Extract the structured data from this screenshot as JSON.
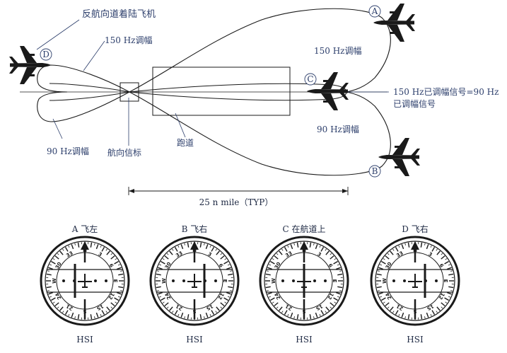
{
  "labels": {
    "back_course_landing": "反航向道着陆飞机",
    "hz150_left": "150 Hz调幅",
    "hz150_right": "150 Hz调幅",
    "hz90_left": "90 Hz调幅",
    "hz90_right": "90 Hz调幅",
    "localizer": "航向信标",
    "runway": "跑道",
    "equal_line1": "150 Hz已调幅信号=90 Hz",
    "equal_line2": "已调幅信号",
    "distance": "25 n mile（TYP）"
  },
  "aircraft": [
    {
      "id": "A",
      "letter": "A"
    },
    {
      "id": "B",
      "letter": "B"
    },
    {
      "id": "C",
      "letter": "C"
    },
    {
      "id": "D",
      "letter": "D"
    }
  ],
  "hsi": [
    {
      "title": "A 飞左",
      "caption": "HSI",
      "cdi_offset": -1
    },
    {
      "title": "B 飞右",
      "caption": "HSI",
      "cdi_offset": 1
    },
    {
      "title": "C 在航道上",
      "caption": "HSI",
      "cdi_offset": 0
    },
    {
      "title": "D 飞右",
      "caption": "HSI",
      "cdi_offset": 1
    }
  ],
  "colors": {
    "ink": "#1a1a1a",
    "label": "#2c3e6b"
  }
}
